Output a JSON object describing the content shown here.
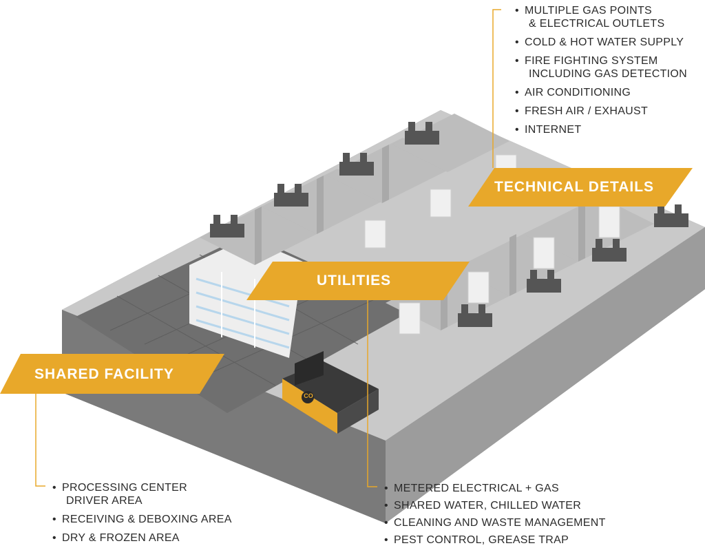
{
  "banners": {
    "technical": "TECHNICAL DETAILS",
    "utilities": "UTILITIES",
    "shared": "SHARED FACILITY"
  },
  "technical_details": [
    {
      "line1": "MULTIPLE GAS POINTS",
      "line2": "& ELECTRICAL OUTLETS"
    },
    {
      "line1": "COLD & HOT WATER SUPPLY",
      "line2": ""
    },
    {
      "line1": "FIRE FIGHTING SYSTEM",
      "line2": "INCLUDING GAS DETECTION"
    },
    {
      "line1": "AIR CONDITIONING",
      "line2": ""
    },
    {
      "line1": "FRESH AIR / EXHAUST",
      "line2": ""
    },
    {
      "line1": "INTERNET",
      "line2": ""
    }
  ],
  "utilities": [
    {
      "line1": "METERED ELECTRICAL + GAS",
      "line2": ""
    },
    {
      "line1": "SHARED WATER, CHILLED WATER",
      "line2": ""
    },
    {
      "line1": "CLEANING AND WASTE MANAGEMENT",
      "line2": ""
    },
    {
      "line1": "PEST CONTROL, GREASE TRAP",
      "line2": ""
    }
  ],
  "shared_facility": [
    {
      "line1": "PROCESSING CENTER",
      "line2": "DRIVER AREA"
    },
    {
      "line1": "RECEIVING & DEBOXING AREA",
      "line2": ""
    },
    {
      "line1": "DRY & FROZEN AREA",
      "line2": ""
    }
  ],
  "counter_logo": "CO",
  "colors": {
    "accent": "#e8a82a",
    "wall_light": "#d4d4d4",
    "floor_dark": "#6e6e6e",
    "text": "#2b2b2b"
  }
}
